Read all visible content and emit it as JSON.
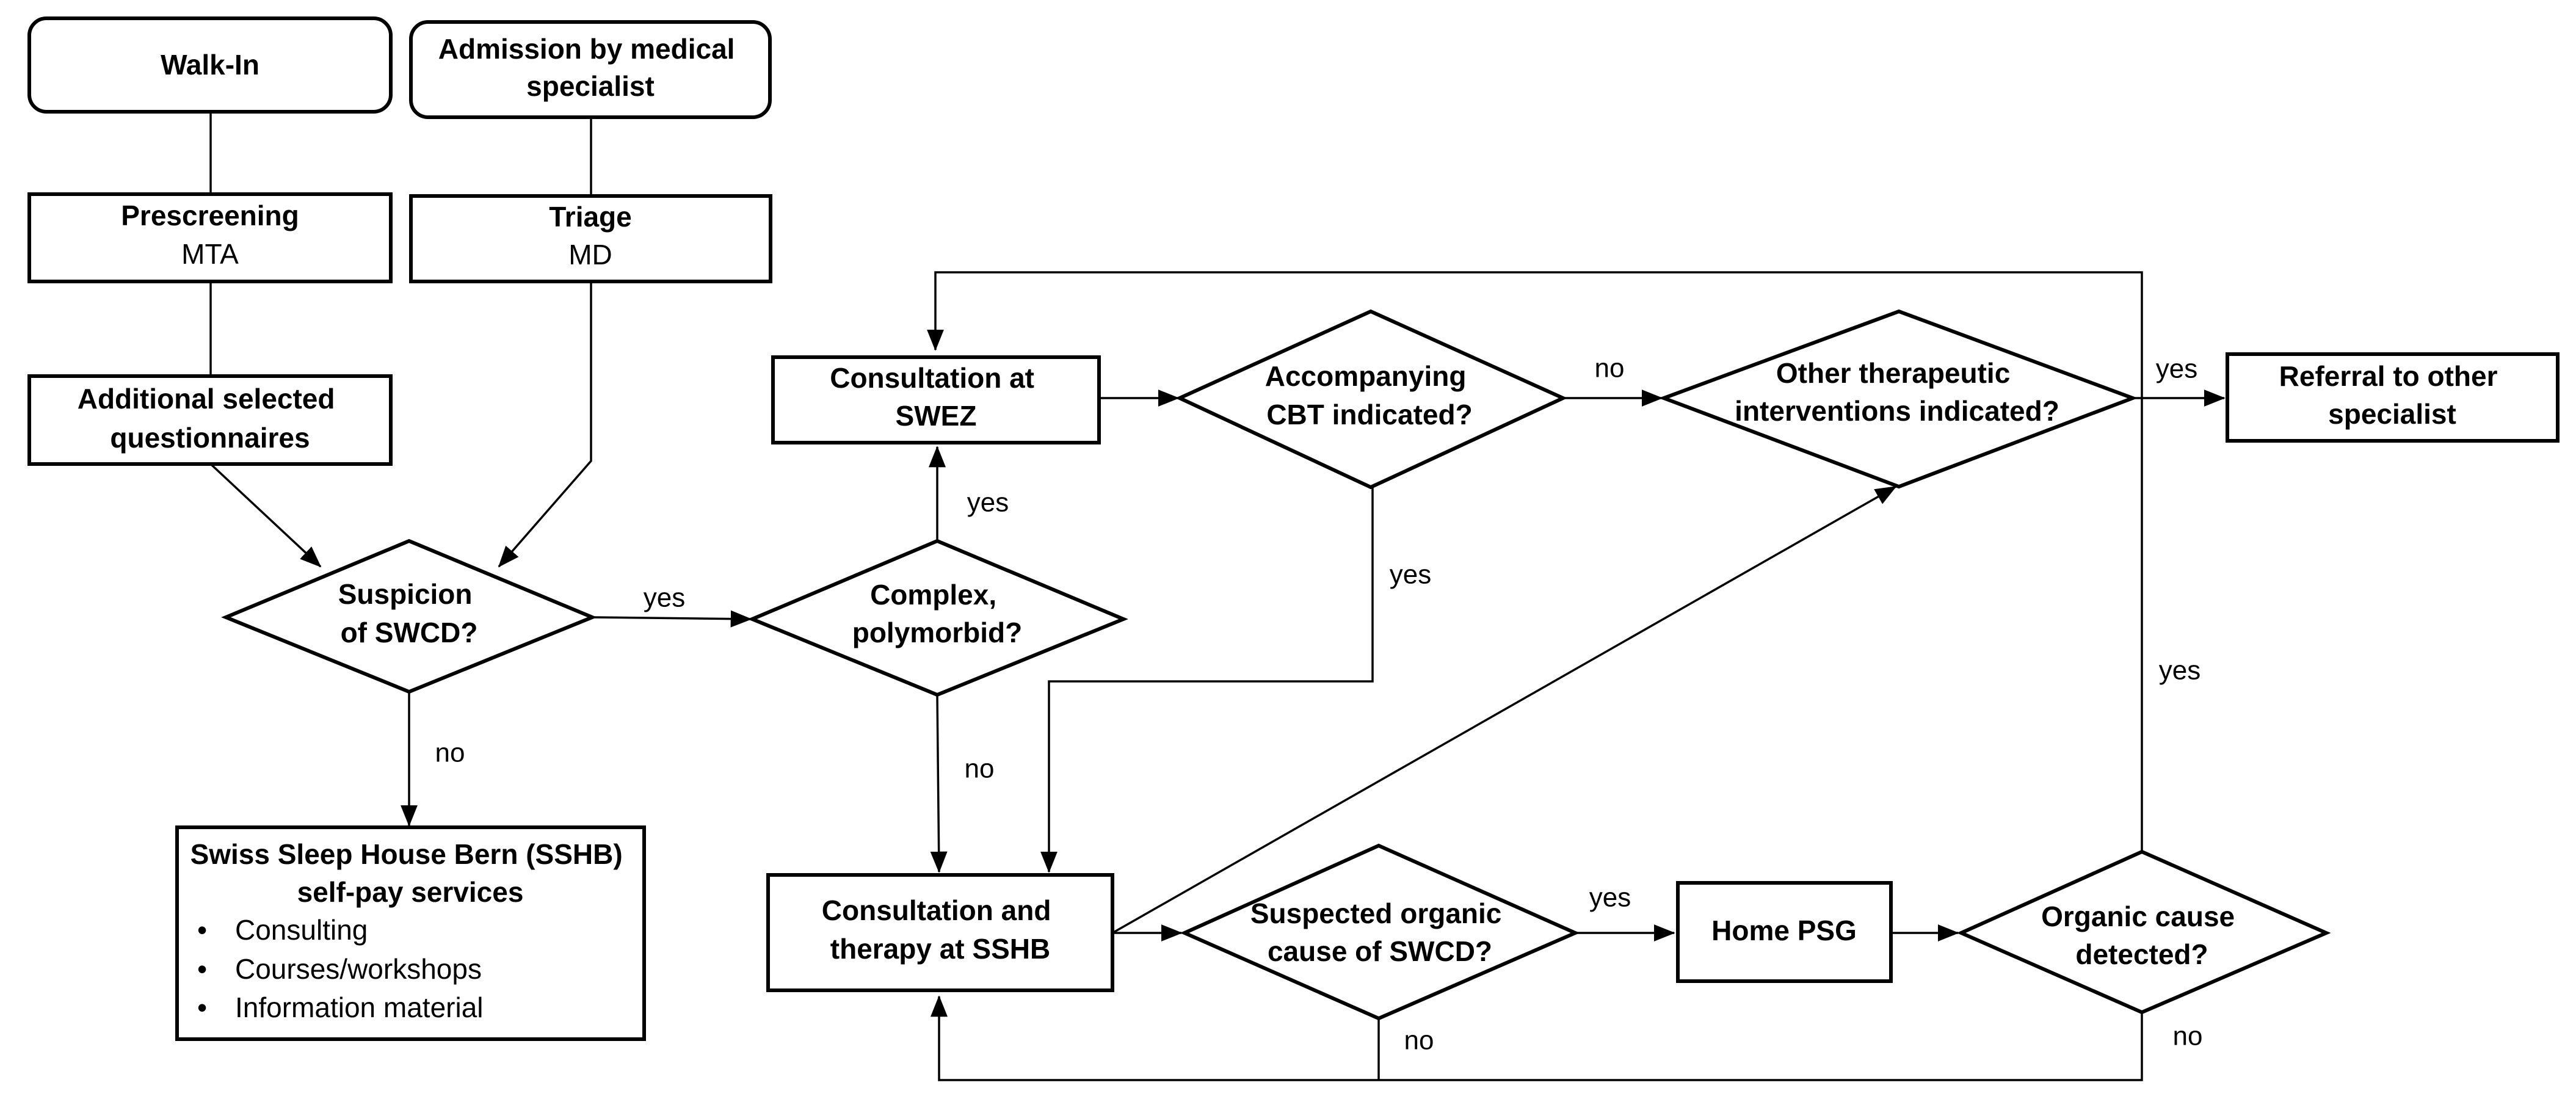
{
  "nodes": {
    "walk_in": {
      "lines": [
        "Walk-In"
      ]
    },
    "admission": {
      "lines": [
        "Admission by medical",
        "specialist"
      ]
    },
    "prescreening": {
      "title": "Prescreening",
      "sub": "MTA"
    },
    "triage": {
      "title": "Triage",
      "sub": "MD"
    },
    "questionnaires": {
      "lines": [
        "Additional selected",
        "questionnaires"
      ]
    },
    "suspicion": {
      "lines": [
        "Suspicion",
        "of SWCD?"
      ]
    },
    "complex": {
      "lines": [
        "Complex,",
        "polymorbid?"
      ]
    },
    "sshb_services": {
      "lines": [
        "Swiss Sleep House Bern (SSHB)",
        "self-pay services"
      ],
      "bullets": [
        "Consulting",
        "Courses/workshops",
        "Information material"
      ]
    },
    "consult_swez": {
      "lines": [
        "Consultation at",
        "SWEZ"
      ]
    },
    "cbt": {
      "lines": [
        "Accompanying",
        "CBT indicated?"
      ]
    },
    "other_interventions": {
      "lines": [
        "Other therapeutic",
        "interventions indicated?"
      ]
    },
    "referral": {
      "lines": [
        "Referral to other",
        "specialist"
      ]
    },
    "consult_sshb": {
      "lines": [
        "Consultation and",
        "therapy at SSHB"
      ]
    },
    "organic_suspected": {
      "lines": [
        "Suspected organic",
        "cause of SWCD?"
      ]
    },
    "home_psg": {
      "lines": [
        "Home PSG"
      ]
    },
    "organic_detected": {
      "lines": [
        "Organic cause",
        "detected?"
      ]
    }
  },
  "edge_labels": {
    "suspicion_yes": "yes",
    "suspicion_no": "no",
    "complex_yes": "yes",
    "complex_no": "no",
    "cbt_no": "no",
    "cbt_yes": "yes",
    "other_yes": "yes",
    "organic_suspected_yes": "yes",
    "organic_suspected_no": "no",
    "organic_detected_yes": "yes",
    "organic_detected_no": "no"
  }
}
